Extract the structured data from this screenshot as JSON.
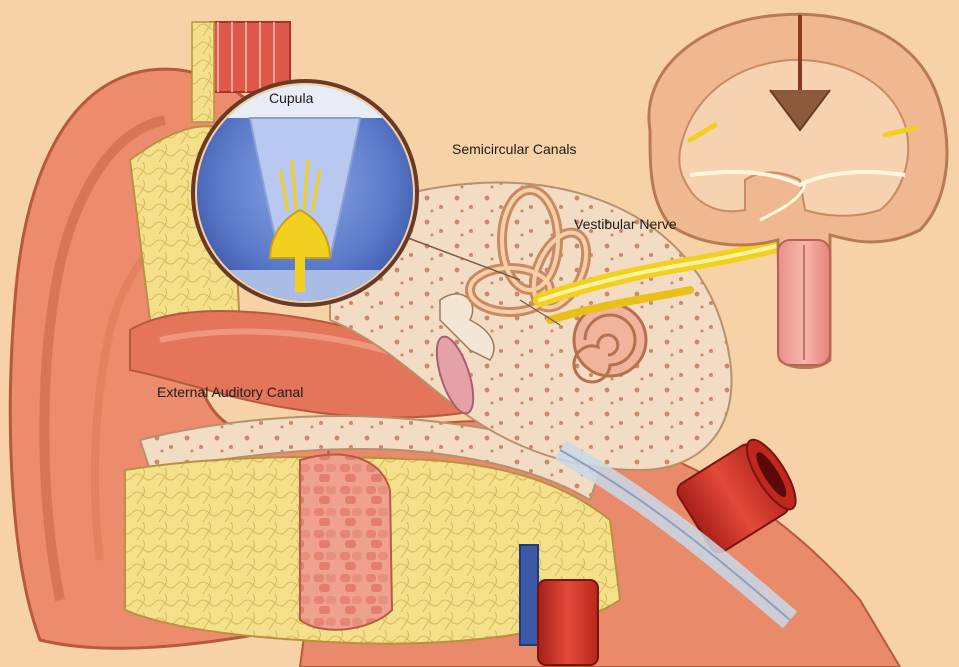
{
  "labels": {
    "cupula": "Cupula",
    "semicircular_canals": "Semicircular Canals",
    "vestibular_nerve": "Vestibular Nerve",
    "external_auditory_canal": "External Auditory Canal"
  },
  "colors": {
    "background": "#f6d2a6",
    "tissue": "#e98a6a",
    "bone": "#f2dcc4",
    "fat": "#f4e08a",
    "nerve": "#f2d020",
    "artery": "#d8352a",
    "vein": "#3a5aa8",
    "cupula_fluid": "#5a78c8"
  }
}
